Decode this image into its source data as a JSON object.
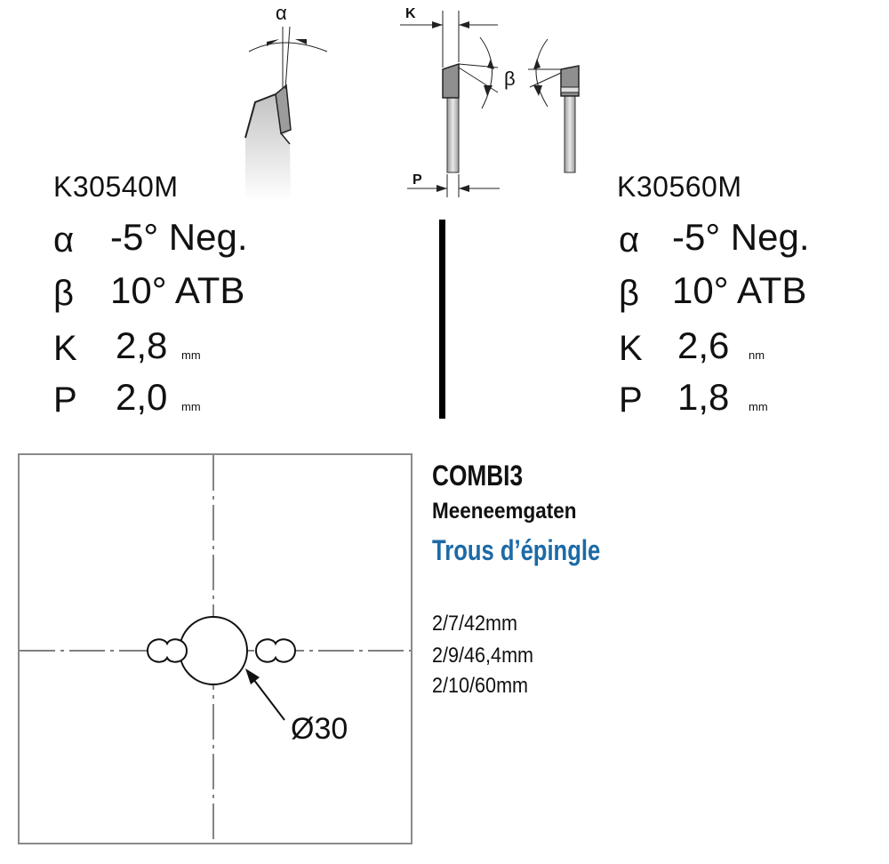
{
  "top_diagram": {
    "alpha_symbol": "α",
    "beta_symbol": "β",
    "k_label": "K",
    "p_label": "P"
  },
  "left_spec": {
    "model": "K30540M",
    "rows": [
      {
        "symbol": "α",
        "value": "-5° Neg.",
        "unit": ""
      },
      {
        "symbol": "β",
        "value": "10° ATB",
        "unit": ""
      },
      {
        "symbol": "K",
        "value": "2,8",
        "unit": "mm"
      },
      {
        "symbol": "P",
        "value": "2,0",
        "unit": "mm"
      }
    ]
  },
  "right_spec": {
    "model": "K30560M",
    "rows": [
      {
        "symbol": "α",
        "value": "-5° Neg.",
        "unit": ""
      },
      {
        "symbol": "β",
        "value": "10° ATB",
        "unit": ""
      },
      {
        "symbol": "K",
        "value": "2,6",
        "unit": "nm"
      },
      {
        "symbol": "P",
        "value": "1,8",
        "unit": "mm"
      }
    ]
  },
  "pinhole": {
    "title": "COMBI3",
    "subtitle_nl": "Meeneemgaten",
    "subtitle_fr": "Trous d’épingle",
    "sizes": [
      "2/7/42mm",
      "2/9/46,4mm",
      "2/10/60mm"
    ],
    "bore_label": "Ø30",
    "colors": {
      "french_subtitle": "#1c6aa6",
      "frame": "#8a8a8a"
    }
  }
}
